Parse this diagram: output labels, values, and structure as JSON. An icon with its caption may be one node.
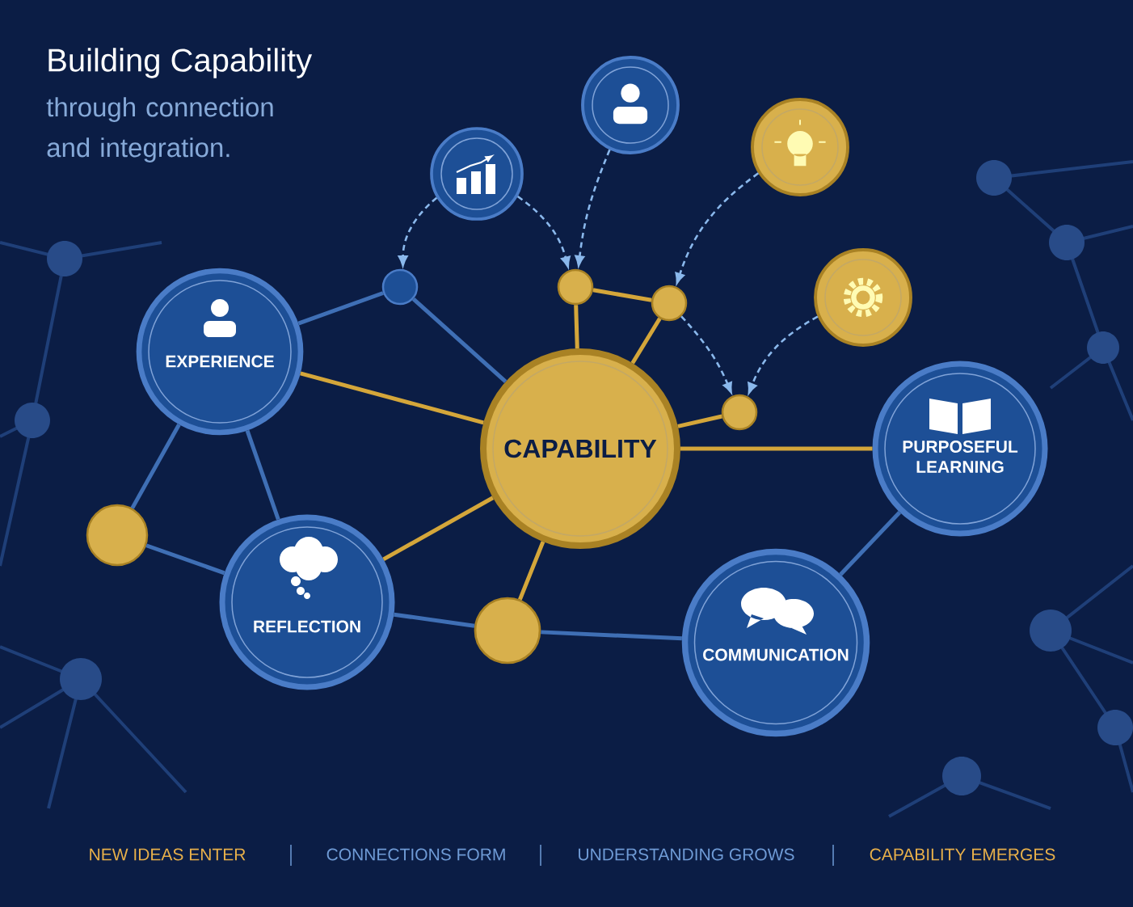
{
  "diagram": {
    "title": "Building Capability",
    "nodes": [
      {
        "text": [
          "CAPABILITY"
        ]
      },
      {
        "text": [
          "EXPERIENCE"
        ]
      },
      {
        "text": [
          "PURPOSEFUL LEARNING"
        ]
      },
      {
        "text": [
          "REFLECTION"
        ]
      },
      {
        "text": [
          "COMMUNICATION"
        ]
      },
      {
        "text": [],
        "shape": "circle"
      },
      {
        "text": [],
        "shape": "circle"
      },
      {
        "text": [],
        "shape": "circle"
      },
      {
        "text": [],
        "shape": "circle"
      },
      {
        "text": [],
        "shape": "circle"
      },
      {
        "text": [],
        "shape": "circle"
      },
      {
        "text": [],
        "shape": "circle"
      },
      {
        "text": [],
        "shape": "circle"
      },
      {
        "text": [],
        "shape": "circle"
      },
      {
        "text": [],
        "shape": "circle"
      }
    ],
    "edges": [
      {
        "from": 5,
        "to": 9,
        "arrow": "to",
        "style": "dashed",
        "color": "#8ab8ec"
      },
      {
        "from": 5,
        "to": 10,
        "arrow": "to",
        "style": "dashed",
        "color": "#8ab8ec"
      },
      {
        "from": 6,
        "to": 10,
        "arrow": "to",
        "style": "dashed",
        "color": "#8ab8ec"
      },
      {
        "from": 7,
        "to": 11,
        "arrow": "to",
        "style": "dashed",
        "color": "#8ab8ec"
      },
      {
        "from": 11,
        "to": 12,
        "arrow": "to",
        "style": "dashed",
        "color": "#8ab8ec"
      },
      {
        "from": 8,
        "to": 12,
        "arrow": "to",
        "style": "dashed",
        "color": "#8ab8ec"
      },
      {
        "from": 0,
        "to": 1,
        "arrow": "none"
      },
      {
        "from": 0,
        "to": 2,
        "arrow": "none"
      },
      {
        "from": 0,
        "to": 3,
        "arrow": "none"
      },
      {
        "from": 0,
        "to": 10,
        "arrow": "none"
      },
      {
        "from": 0,
        "to": 11,
        "arrow": "none"
      },
      {
        "from": 0,
        "to": 12,
        "arrow": "none"
      },
      {
        "from": 0,
        "to": 14,
        "arrow": "none"
      },
      {
        "from": 10,
        "to": 11,
        "arrow": "none"
      },
      {
        "from": 1,
        "to": 9,
        "arrow": "none",
        "color": "#3f6fb5"
      },
      {
        "from": 9,
        "to": 0,
        "arrow": "none",
        "color": "#3f6fb5"
      },
      {
        "from": 1,
        "to": 13,
        "arrow": "none",
        "color": "#3f6fb5"
      },
      {
        "from": 1,
        "to": 3,
        "arrow": "none",
        "color": "#3f6fb5"
      },
      {
        "from": 13,
        "to": 3,
        "arrow": "none",
        "color": "#3f6fb5"
      },
      {
        "from": 3,
        "to": 14,
        "arrow": "none",
        "color": "#3f6fb5"
      },
      {
        "from": 14,
        "to": 4,
        "arrow": "none",
        "color": "#3f6fb5"
      },
      {
        "from": 4,
        "to": 2,
        "arrow": "none",
        "color": "#3f6fb5"
      }
    ],
    "labels": [
      "through connection and integration.",
      "NEW IDEAS ENTER",
      "CONNECTIONS FORM",
      "UNDERSTANDING GROWS",
      "CAPABILITY EMERGES"
    ]
  }
}
